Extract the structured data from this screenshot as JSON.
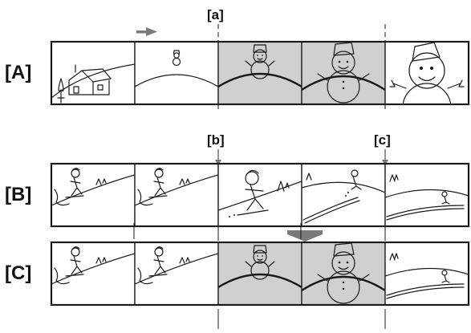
{
  "markers": {
    "a": "[a]",
    "b": "[b]",
    "c": "[c]"
  },
  "rows": [
    {
      "id": "A",
      "label": "[A]",
      "frames": [
        "house-hill",
        "tiny-snowman",
        "small-snowman",
        "large-snowman",
        "snowman-closeup"
      ],
      "shaded": [
        false,
        false,
        true,
        true,
        false
      ]
    },
    {
      "id": "B",
      "label": "[B]",
      "frames": [
        "skier-small",
        "skier-small",
        "skier-large",
        "skier-far",
        "skier-tiny"
      ],
      "shaded": [
        false,
        false,
        false,
        false,
        false
      ]
    },
    {
      "id": "C",
      "label": "[C]",
      "frames": [
        "skier-small",
        "skier-small",
        "small-snowman",
        "large-snowman",
        "skier-tiny"
      ],
      "shaded": [
        false,
        false,
        true,
        true,
        false
      ]
    }
  ],
  "colors": {
    "shade": "#d0d0d0",
    "arrow": "#7a7a7a",
    "ink": "#1a1a1a"
  }
}
